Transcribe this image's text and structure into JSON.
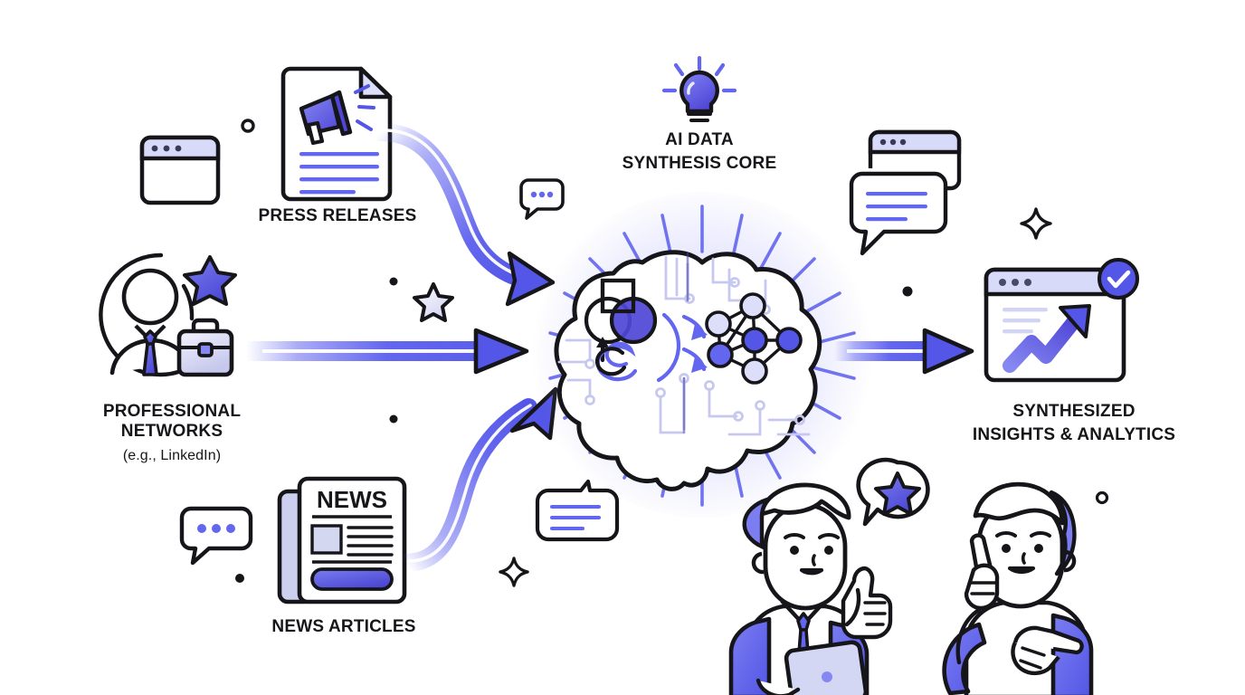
{
  "theme": {
    "background": "#ffffff",
    "accent_purple": "#6366ee",
    "accent_purple_dark": "#4f46d6",
    "accent_light": "#c9cbf5",
    "accent_pale": "#dfe0fb",
    "ink": "#16161a",
    "text": "#16161a"
  },
  "diagram": {
    "title": "AI Data Synthesis Core pipeline",
    "type": "process-flow"
  },
  "core": {
    "label_line1": "AI DATA",
    "label_line2": "SYNTHESIS CORE",
    "bulb_icon": "lightbulb-icon",
    "brain_icon": "brain-circuit-icon",
    "inner_icons": [
      "neural-network-icon",
      "venn-shapes-icon",
      "process-arrows-icon",
      "spiral-icon",
      "circuit-trace-icon"
    ]
  },
  "sources": [
    {
      "id": "press-releases",
      "label": "PRESS RELEASES",
      "sublabel": "",
      "icon": "document-megaphone-icon"
    },
    {
      "id": "professional-networks",
      "label_line1": "PROFESSIONAL",
      "label_line2": "NETWORKS",
      "label": "PROFESSIONAL\nNETWORKS",
      "sublabel": "(e.g., LinkedIn)",
      "icon": "business-person-briefcase-icon"
    },
    {
      "id": "news-articles",
      "label": "NEWS ARTICLES",
      "sublabel": "",
      "icon": "newspaper-icon",
      "masthead": "NEWS"
    }
  ],
  "output": {
    "id": "synthesized-insights",
    "label_line1": "SYNTHESIZED",
    "label_line2": "INSIGHTS & ANALYTICS",
    "label": "SYNTHESIZED\nINSIGHTS & ANALYTICS",
    "icon": "analytics-window-icon",
    "badge_icon": "check-badge-icon"
  },
  "arrows": [
    {
      "id": "arrow-press-to-core",
      "shape": "curved-down",
      "direction": "right"
    },
    {
      "id": "arrow-networks-to-core",
      "shape": "straight",
      "direction": "right"
    },
    {
      "id": "arrow-news-to-core",
      "shape": "curved-up",
      "direction": "right"
    },
    {
      "id": "arrow-core-to-output",
      "shape": "straight",
      "direction": "right"
    }
  ],
  "decorations": [
    {
      "id": "browser-window-topleft",
      "icon": "browser-window-icon"
    },
    {
      "id": "chat-bubble-dots-left",
      "icon": "chat-bubble-dots-icon"
    },
    {
      "id": "chat-bubble-dots-mid",
      "icon": "chat-bubble-dots-icon"
    },
    {
      "id": "chat-bubble-lines-bottom",
      "icon": "chat-bubble-lines-icon"
    },
    {
      "id": "chat-bubble-lines-topright",
      "icon": "chat-bubble-lines-icon"
    },
    {
      "id": "browser-window-topright",
      "icon": "browser-window-icon"
    },
    {
      "id": "star-filled-networks",
      "icon": "star-icon"
    },
    {
      "id": "star-outline-mid",
      "icon": "star-icon"
    },
    {
      "id": "sparkle-right",
      "icon": "sparkle-icon"
    },
    {
      "id": "sparkle-bottom",
      "icon": "sparkle-icon"
    },
    {
      "id": "dot-ring-topleft",
      "icon": "ring-dot-icon"
    },
    {
      "id": "dot-ring-bottomright",
      "icon": "ring-dot-icon"
    },
    {
      "id": "dot-small-mid-upper",
      "icon": "dot-icon"
    },
    {
      "id": "dot-small-mid-lower",
      "icon": "dot-icon"
    },
    {
      "id": "dot-small-left",
      "icon": "dot-icon"
    },
    {
      "id": "dot-small-center-right",
      "icon": "dot-icon"
    }
  ],
  "people": [
    {
      "id": "person-left",
      "icon": "person-tablet-thumbsup-icon"
    },
    {
      "id": "person-right",
      "icon": "person-pointing-icon"
    },
    {
      "id": "star-speech-bubble",
      "icon": "speech-bubble-star-icon"
    }
  ]
}
